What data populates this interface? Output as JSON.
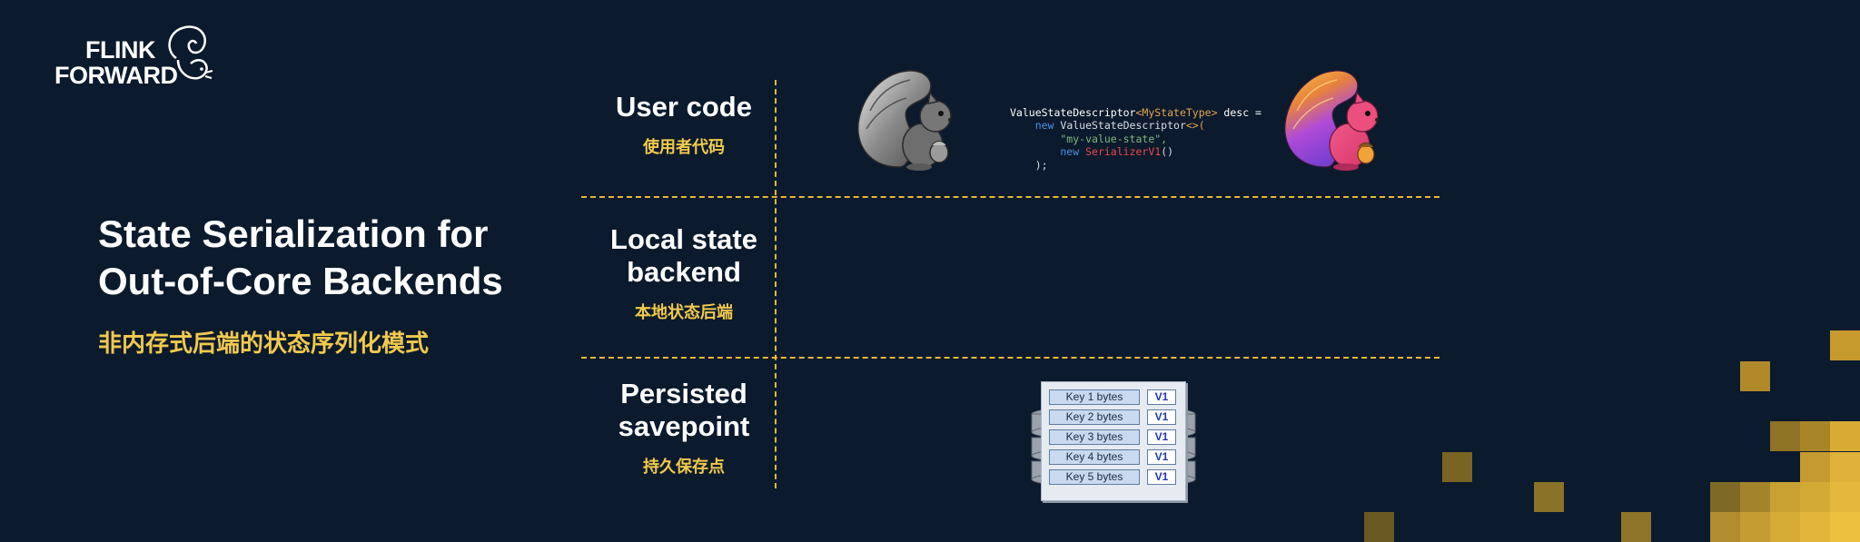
{
  "logo": {
    "line1": "FLINK",
    "line2": "FORWARD"
  },
  "title": {
    "line1": "State Serialization for",
    "line2": "Out-of-Core Backends",
    "subtitle_cn": "非内存式后端的状态序列化模式"
  },
  "rows": [
    {
      "en_lines": [
        "User code"
      ],
      "cn": "使用者代码"
    },
    {
      "en_lines": [
        "Local state",
        "backend"
      ],
      "cn": "本地状态后端"
    },
    {
      "en_lines": [
        "Persisted",
        "savepoint"
      ],
      "cn": "持久保存点"
    }
  ],
  "code": {
    "l1_a": "ValueStateDescriptor",
    "l1_b": "<MyStateType>",
    "l1_c": " desc =",
    "l2_a": "    new",
    "l2_b": " ValueStateDescriptor",
    "l2_c": "<>(",
    "l3": "        \"my-value-state\",",
    "l4_a": "        new",
    "l4_b": " SerializerV1",
    "l4_c": "()",
    "l5": "    );"
  },
  "savepoint": {
    "entries": [
      {
        "key": "Key 1 bytes",
        "version": "V1"
      },
      {
        "key": "Key 2 bytes",
        "version": "V1"
      },
      {
        "key": "Key 3 bytes",
        "version": "V1"
      },
      {
        "key": "Key 4 bytes",
        "version": "V1"
      },
      {
        "key": "Key 5 bytes",
        "version": "V1"
      }
    ]
  },
  "icons": [
    "flink-squirrel-logo-icon",
    "squirrel-gray-icon",
    "squirrel-color-icon",
    "database-disk-icon"
  ],
  "colors": {
    "background": "#0b1a2c",
    "accent": "#f2c94c",
    "dash": "#e5b83a"
  }
}
